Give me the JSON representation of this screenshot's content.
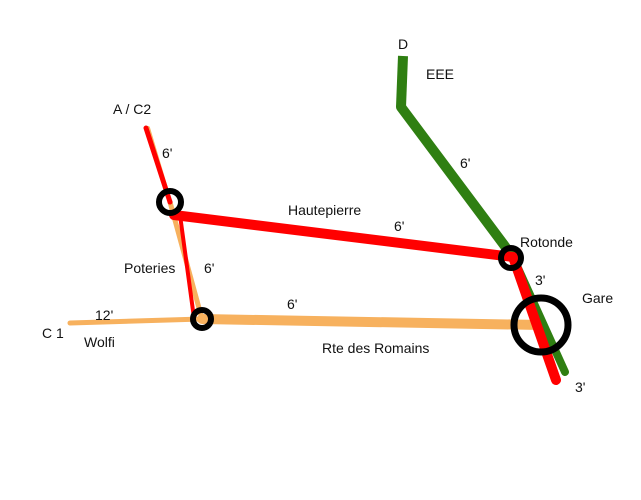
{
  "colors": {
    "background": "#ffffff",
    "line_red": "#ff0000",
    "line_orange": "#f7b15e",
    "line_green": "#2f7f12",
    "station_ring": "#000000"
  },
  "line_labels": {
    "a_c2": "A / C2",
    "d": "D",
    "eee": "EEE",
    "c1": "C 1"
  },
  "stations": {
    "hautepierre": "Hautepierre",
    "poteries": "Poteries",
    "rotonde": "Rotonde",
    "gare": "Gare",
    "wolfi": "Wolfi",
    "rte_des_romains": "Rte des Romains"
  },
  "travel_times": {
    "a_north": "6'",
    "hautepierre_segment": "6'",
    "poteries_segment": "6'",
    "d_segment": "6'",
    "romains_segment": "6'",
    "c1_west": "12'",
    "rotonde_to_gare": "3'",
    "gare_south": "3'"
  }
}
